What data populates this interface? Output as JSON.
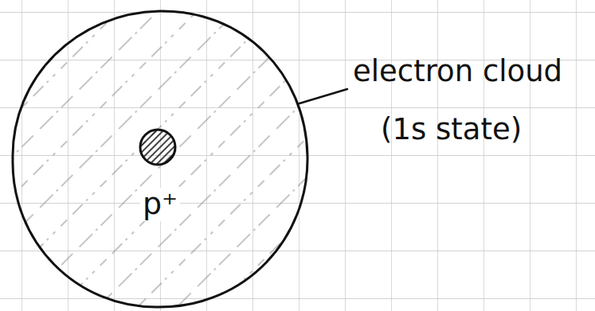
{
  "diagram": {
    "labels": [
      "p⁺",
      "electron cloud",
      "(1s state)"
    ]
  }
}
